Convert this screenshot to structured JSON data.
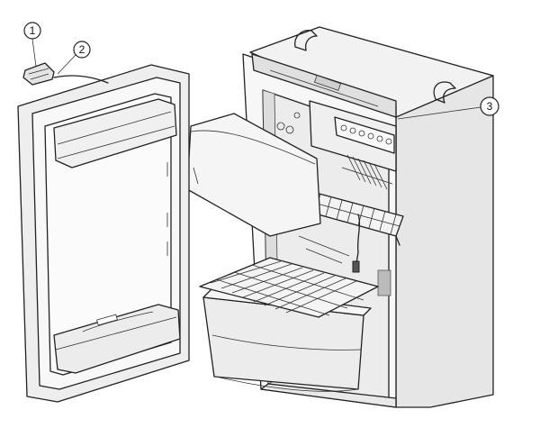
{
  "colors": {
    "line": "#222222",
    "panel_light": "#f4f4f4",
    "panel_mid": "#e6e6e6",
    "panel_dark": "#d2d2d2",
    "background": "#ffffff"
  },
  "callouts": [
    {
      "id": "callout-1",
      "label": "1"
    },
    {
      "id": "callout-2",
      "label": "2"
    },
    {
      "id": "callout-3",
      "label": "3"
    }
  ]
}
